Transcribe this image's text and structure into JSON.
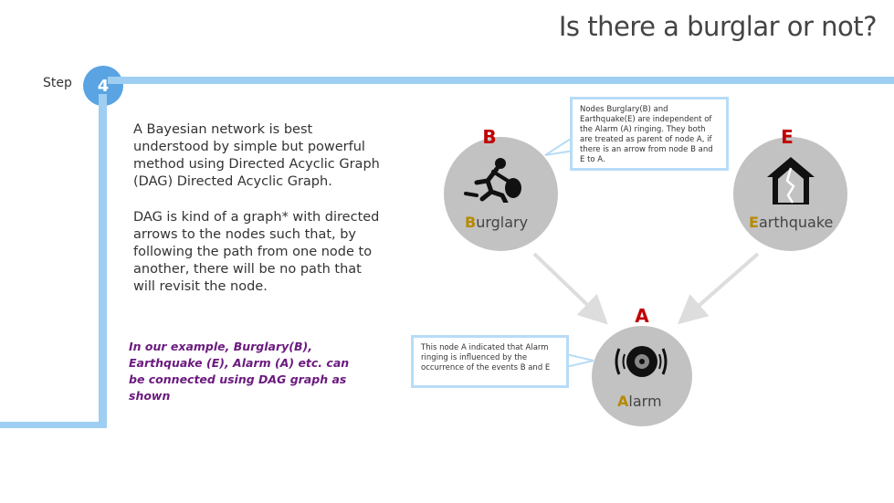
{
  "header": {
    "title": "Is there a burglar or not?"
  },
  "step": {
    "label": "Step",
    "number": "4"
  },
  "text": {
    "paragraph1": "A Bayesian network is best understood by simple but powerful method using Directed Acyclic Graph (DAG) Directed Acyclic Graph.",
    "paragraph2": "DAG is kind of a graph* with directed arrows to the nodes such that, by following the path from one node to another, there will be no path that will revisit the node.",
    "example": "In our example, Burglary(B), Earthquake (E), Alarm (A) etc. can be connected using DAG graph as shown"
  },
  "nodes": {
    "burglary": {
      "letter": "B",
      "name_initial": "B",
      "name_rest": "urglary",
      "icon": "burglar-icon",
      "color": "#c00000"
    },
    "earthquake": {
      "letter": "E",
      "name_initial": "E",
      "name_rest": "arthquake",
      "icon": "earthquake-house-icon",
      "color": "#c00000"
    },
    "alarm": {
      "letter": "A",
      "name_initial": "A",
      "name_rest": "larm",
      "icon": "alarm-bell-icon",
      "color": "#c00000"
    }
  },
  "callouts": {
    "independence": "Nodes Burglary(B) and Earthquake(E) are independent of the Alarm (A) ringing. They both are treated as parent of node A, if there is an arrow from node B and E to A.",
    "influence": "This node A indicated that Alarm ringing is influenced by the occurrence of the events B and E"
  },
  "colors": {
    "accent": "#9ecff2",
    "step": "#5aa4e3",
    "node": "#c2c2c2",
    "example_text": "#6b1a7e",
    "name_initial": "#b78a00"
  }
}
